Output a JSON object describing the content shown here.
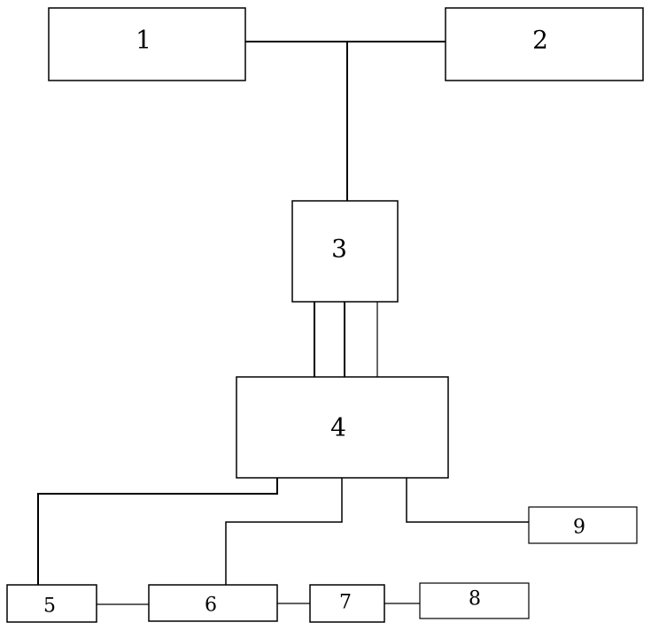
{
  "diagram": {
    "blocks": {
      "b1": "1",
      "b2": "2",
      "b3": "3",
      "b4": "4",
      "b5": "5",
      "b6": "6",
      "b7": "7",
      "b8": "8",
      "b9": "9"
    },
    "colors": {
      "stroke": "#000000",
      "background": "#ffffff"
    }
  }
}
